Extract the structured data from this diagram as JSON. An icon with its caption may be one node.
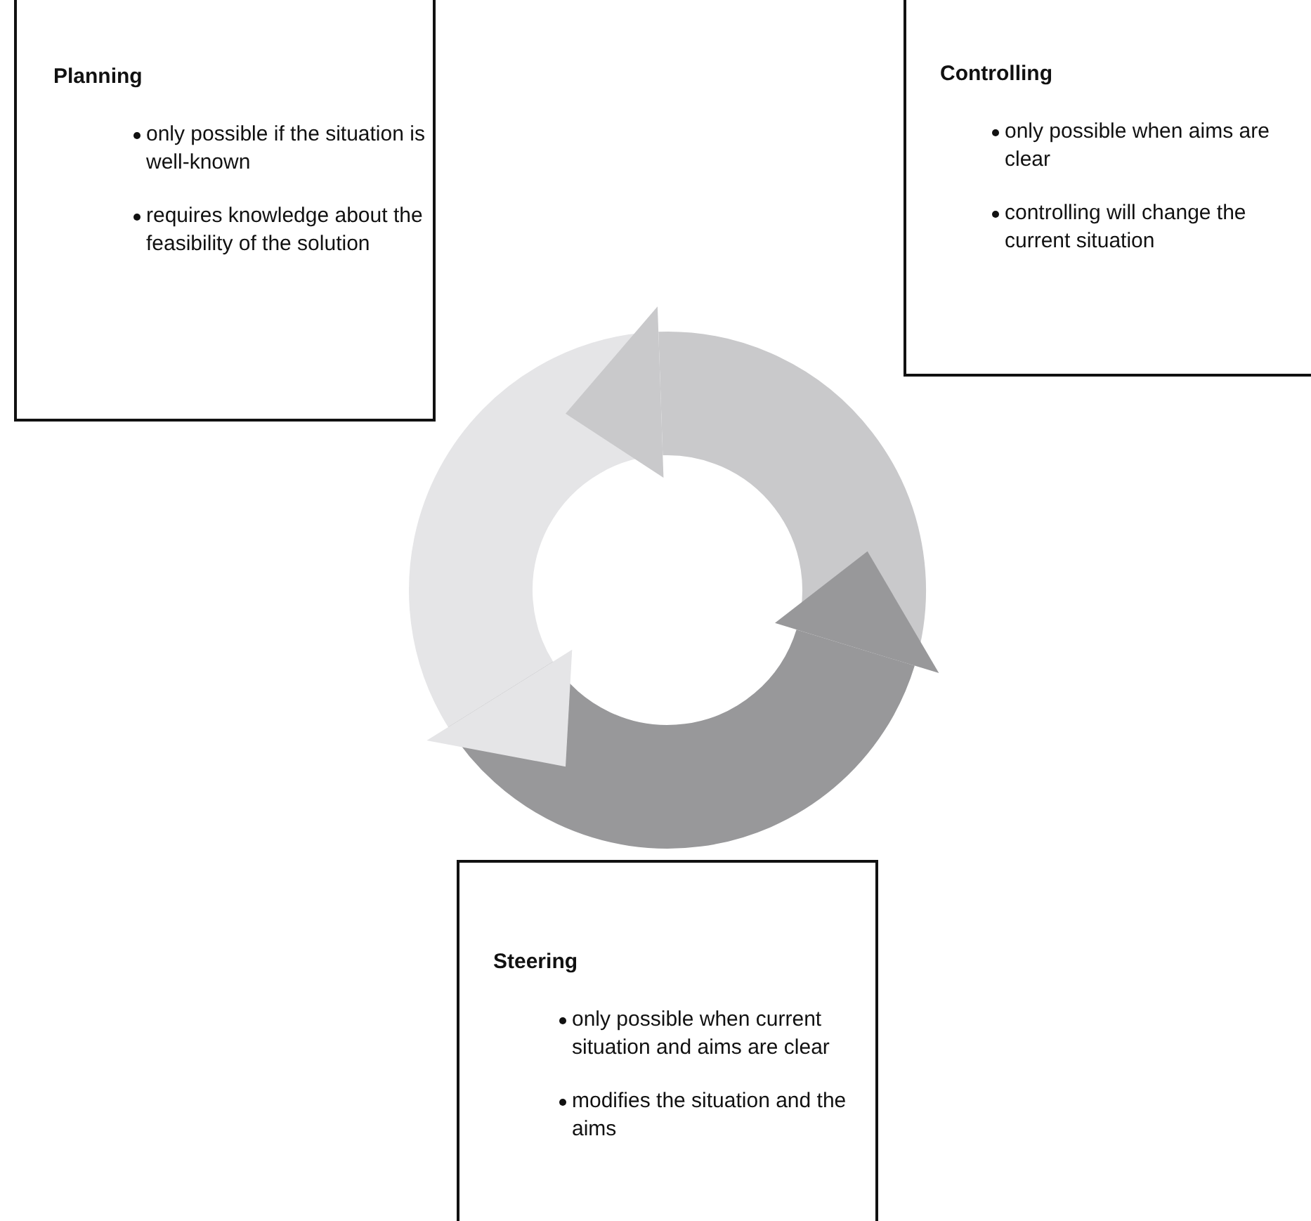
{
  "diagram": {
    "nodes": [
      {
        "text": [
          "Planning",
          "only possible if the situation is well-known",
          "requires knowledge about the feasibility of the solution"
        ]
      },
      {
        "text": [
          "Controlling",
          "only possible when aims are clear",
          "controlling will change the current situation"
        ]
      },
      {
        "text": [
          "Steering",
          "only possible when current situation and aims are clear",
          "modifies the situation and the aims"
        ]
      }
    ]
  }
}
